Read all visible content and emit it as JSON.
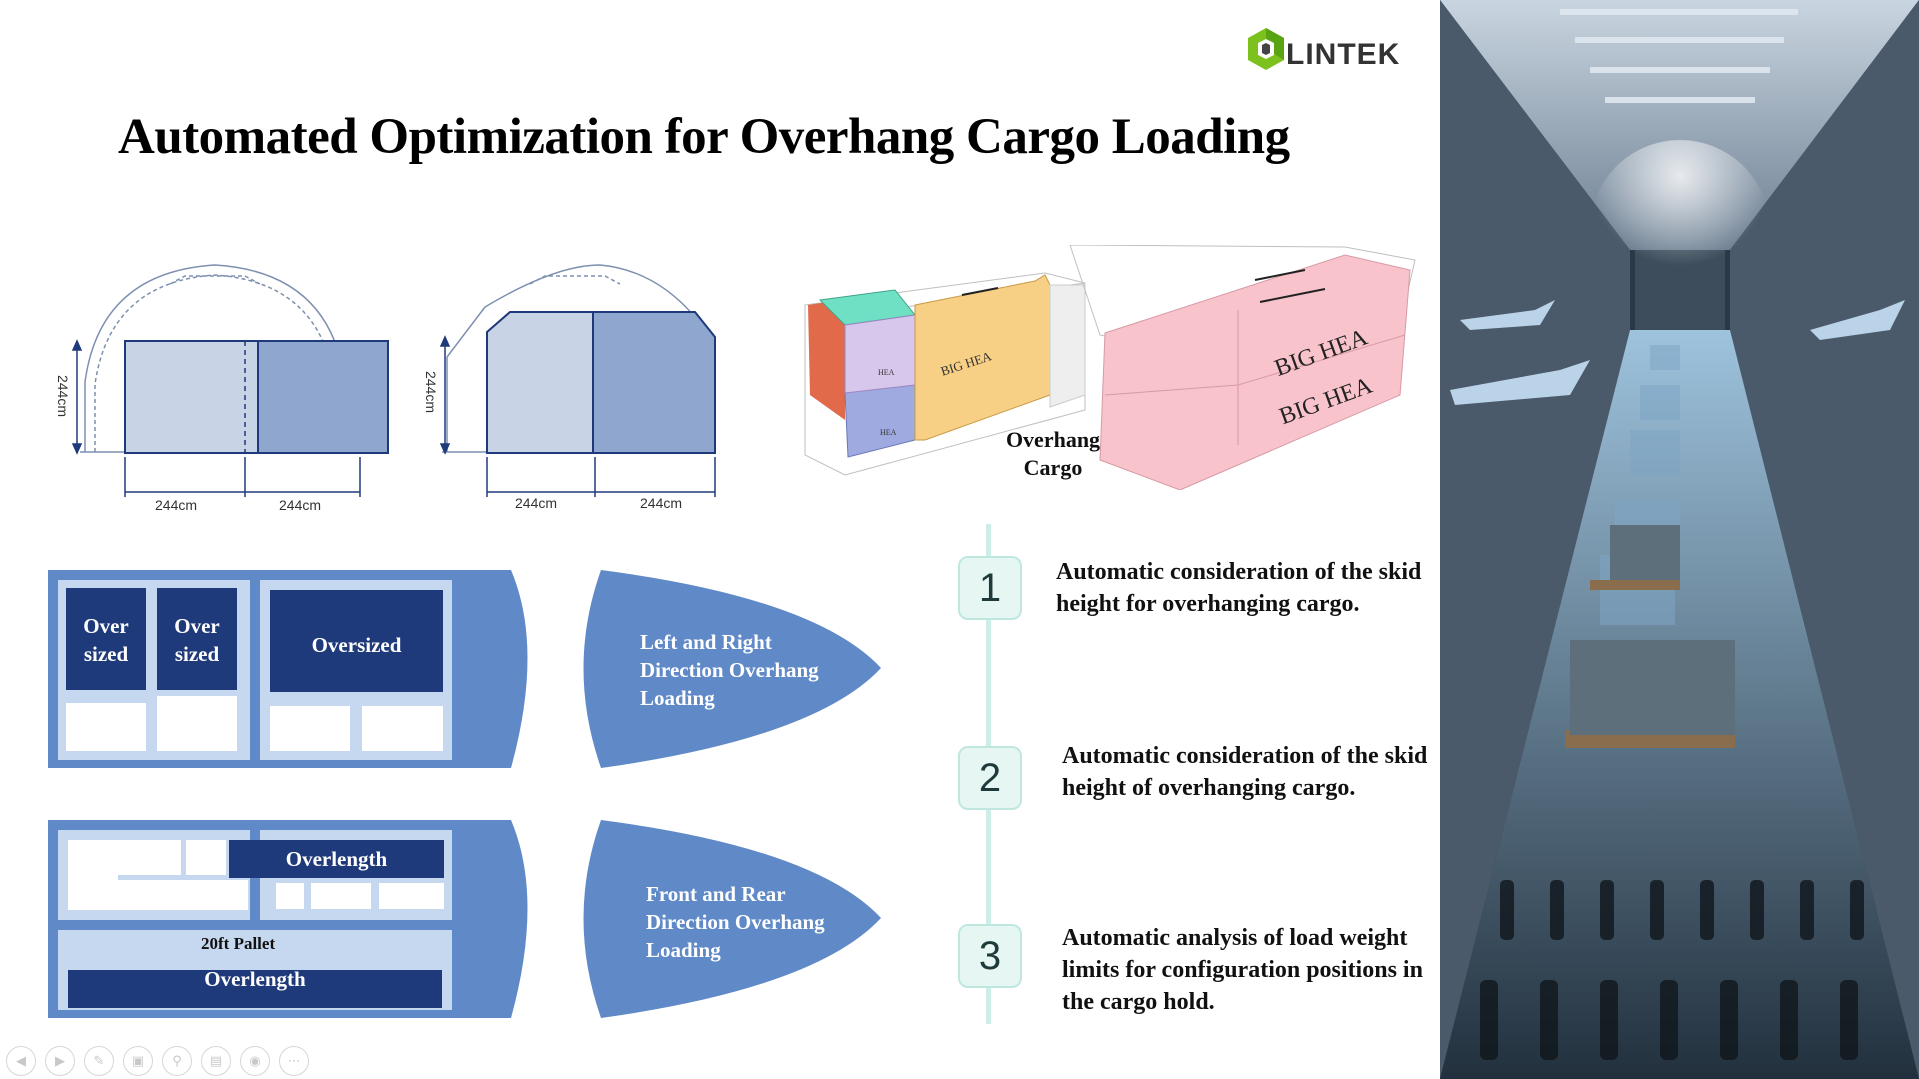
{
  "logo": {
    "text": "LINTEK"
  },
  "title": "Automated Optimization for Overhang Cargo Loading",
  "deck_diagram": {
    "height_label": "244cm",
    "width_labels": [
      "244cm",
      "244cm",
      "244cm",
      "244cm"
    ]
  },
  "cargo_3d": {
    "small_labels": [
      "HEA",
      "HEA"
    ],
    "box_label": "BIG HEA",
    "pink_labels": [
      "BIG HEA",
      "BIG HEA"
    ],
    "caption": "Overhang\nCargo"
  },
  "scheme_lateral": {
    "boxes": [
      "Over\nsized",
      "Over\nsized",
      "Oversized"
    ],
    "direction": "Left and Right\nDirection Overhang\nLoading"
  },
  "scheme_longitudinal": {
    "boxes": [
      "Overlength",
      "Overlength"
    ],
    "pallet": "20ft Pallet",
    "direction": "Front and Rear\nDirection Overhang\nLoading"
  },
  "steps": [
    {
      "num": "1",
      "text": "Automatic consideration of the skid height for overhanging cargo."
    },
    {
      "num": "2",
      "text": "Automatic consideration of the skid height of overhanging cargo."
    },
    {
      "num": "3",
      "text": "Automatic analysis of load weight limits for configuration positions in the cargo hold."
    }
  ],
  "nav": [
    "prev-icon",
    "next-icon",
    "pen-icon",
    "slides-icon",
    "zoom-icon",
    "subtitle-icon",
    "camera-icon",
    "more-icon"
  ],
  "colors": {
    "scheme_blue": "#5f8ac7",
    "dark_navy": "#1f3a7a",
    "light_blue": "#c6d8ef",
    "teal_accent": "#cdeee8"
  }
}
